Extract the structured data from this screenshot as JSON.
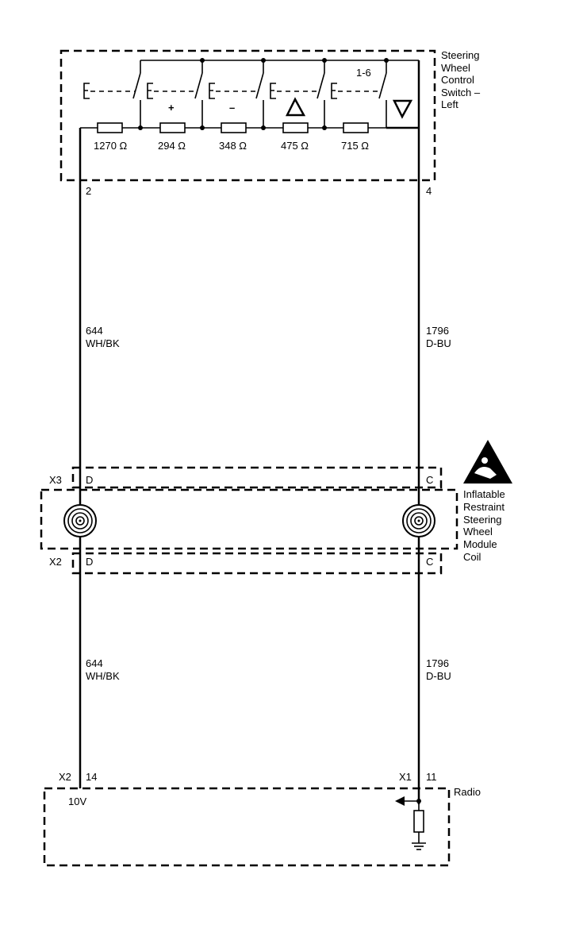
{
  "switch_component": {
    "name_lines": [
      "Steering",
      "Wheel",
      "Control",
      "Switch –",
      "Left"
    ],
    "switch_range": "1-6",
    "resistors": [
      "1270 Ω",
      "294 Ω",
      "348 Ω",
      "475 Ω",
      "715 Ω"
    ],
    "pin_left": "2",
    "pin_right": "4",
    "button_plus": "+",
    "button_minus": "–"
  },
  "wires": {
    "upper_left": {
      "circuit": "644",
      "color": "WH/BK"
    },
    "upper_right": {
      "circuit": "1796",
      "color": "D-BU"
    },
    "lower_left": {
      "circuit": "644",
      "color": "WH/BK"
    },
    "lower_right": {
      "circuit": "1796",
      "color": "D-BU"
    }
  },
  "coil_module": {
    "name_lines": [
      "Inflatable",
      "Restraint",
      "Steering",
      "Wheel",
      "Module",
      "Coil"
    ],
    "upper_connector": "X3",
    "lower_connector": "X2",
    "pin_left": "D",
    "pin_right": "C",
    "warning_icon": "airbag-warning-icon"
  },
  "radio": {
    "name": "Radio",
    "left_connector": "X2",
    "left_pin": "14",
    "right_connector": "X1",
    "right_pin": "11",
    "voltage": "10V"
  }
}
